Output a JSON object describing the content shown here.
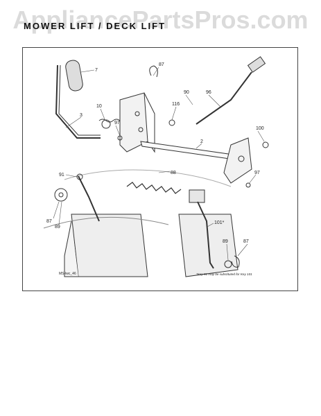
{
  "watermark": "AppliancePartsPros.com",
  "title": "MOWER LIFT / DECK LIFT",
  "diagram_code": "MS-lwc_46",
  "footnote": "*Key 91 may be substituted for Key 101",
  "callouts": [
    "7",
    "87",
    "90",
    "96",
    "116",
    "10",
    "3",
    "97",
    "100",
    "2",
    "88",
    "91",
    "87",
    "89",
    "97",
    "101*",
    "89",
    "87"
  ]
}
